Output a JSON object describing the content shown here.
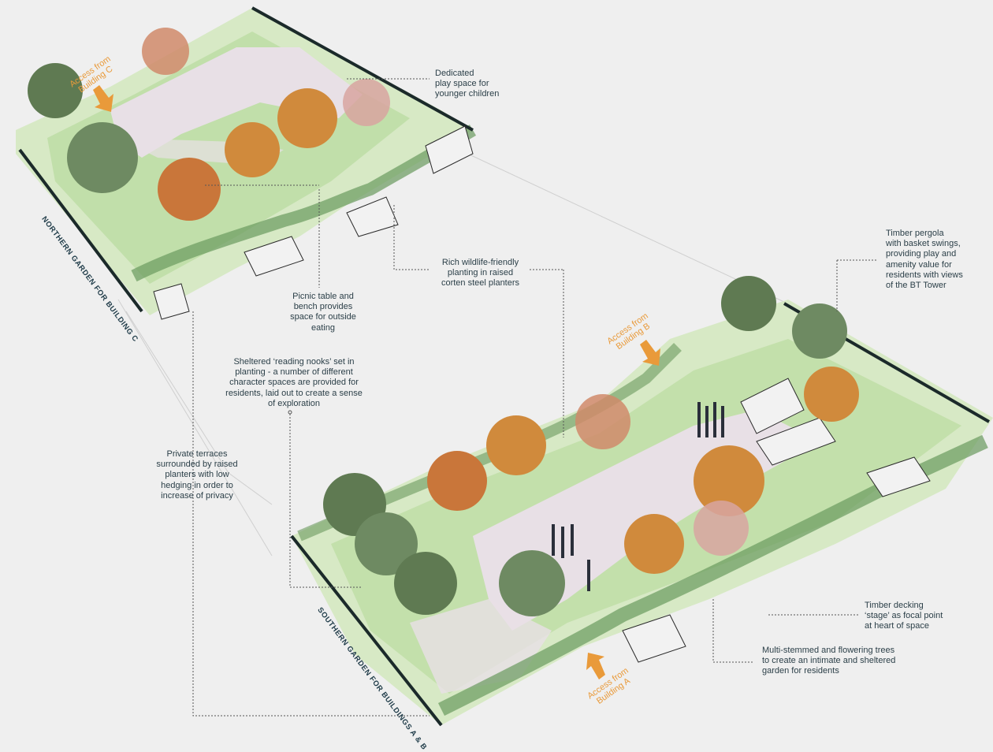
{
  "diagram": {
    "type": "isometric landscape plan",
    "background_color": "#efefef",
    "colors": {
      "annotation_text": "#2b3f48",
      "garden_label_text": "#213d4a",
      "access_arrow": "#e99a3a",
      "leader_line": "#555555",
      "planting_green": "#a9d08e",
      "paving": "#e8e0e6",
      "autumn_tree": "#d08a3c",
      "railing": "#1b2a2a"
    },
    "gardens": [
      {
        "id": "northern",
        "label": "NORTHERN GARDEN FOR BUILDING C"
      },
      {
        "id": "southern",
        "label": "SOUTHERN GARDEN FOR BUILDINGS A & B"
      }
    ],
    "access_points": [
      {
        "label": "Access from Building C",
        "icon": "arrow-down-right-icon"
      },
      {
        "label": "Access from Building B",
        "icon": "arrow-down-right-icon"
      },
      {
        "label": "Access from Building A",
        "icon": "arrow-up-left-icon"
      }
    ],
    "annotations": [
      {
        "id": "play-space",
        "text": "Dedicated play space for younger children",
        "lines": [
          "Dedicated",
          "play space for",
          "younger children"
        ]
      },
      {
        "id": "pergola",
        "text": "Timber pergola with basket swings, providing play and amenity value for residents with views of the BT Tower",
        "lines": [
          "Timber pergola",
          "with basket swings,",
          "providing play and",
          "amenity value for",
          "residents with views",
          "of the BT Tower"
        ]
      },
      {
        "id": "wildlife-planting",
        "text": "Rich wildlife-friendly planting in raised corten steel planters",
        "lines": [
          "Rich wildlife-friendly",
          "planting in raised",
          "corten steel planters"
        ]
      },
      {
        "id": "picnic",
        "text": "Picnic table and bench provides space for outside eating",
        "lines": [
          "Picnic table and",
          "bench provides",
          "space for outside",
          "eating"
        ]
      },
      {
        "id": "reading-nooks",
        "text": "Sheltered ‘reading nooks’ set in planting - a number of different character spaces are provided for residents, laid out to create a sense of exploration",
        "lines": [
          "Sheltered ‘reading nooks’ set in",
          "planting - a number of different",
          "character spaces are provided for",
          "residents, laid out to create a sense",
          "of exploration"
        ]
      },
      {
        "id": "private-terraces",
        "text": "Private terraces surrounded by raised planters with low hedging in order to increase of privacy",
        "lines": [
          "Private terraces",
          "surrounded by raised",
          "planters with low",
          "hedging in order to",
          "increase of privacy"
        ]
      },
      {
        "id": "decking-stage",
        "text": "Timber decking ‘stage’ as focal point at heart of space",
        "lines": [
          "Timber decking",
          "‘stage’ as focal point",
          "at heart of space"
        ]
      },
      {
        "id": "multi-stemmed-trees",
        "text": "Multi-stemmed and flowering trees to create an intimate and sheltered garden for residents",
        "lines": [
          "Multi-stemmed and flowering trees",
          "to create an intimate and sheltered",
          "garden for residents"
        ]
      }
    ]
  }
}
